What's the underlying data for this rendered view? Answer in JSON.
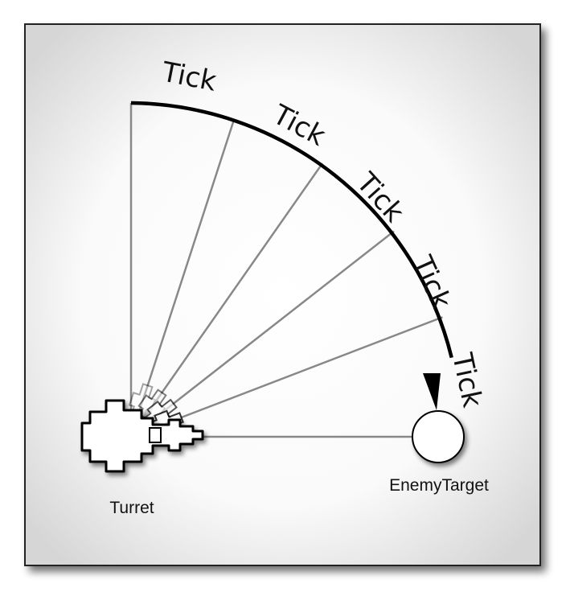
{
  "diagram": {
    "arc_labels": [
      "Tick",
      "Tick",
      "Tick",
      "Tick",
      "Tick"
    ],
    "nodes": {
      "turret": {
        "label": "Turret"
      },
      "target": {
        "label": "EnemyTarget"
      }
    },
    "colors": {
      "frame_background": "#eeeeee",
      "frame_border": "#222222",
      "arc": "#000000",
      "spoke": "#888888",
      "turret_fill": "#ffffff",
      "target_fill": "#ffffff"
    }
  }
}
